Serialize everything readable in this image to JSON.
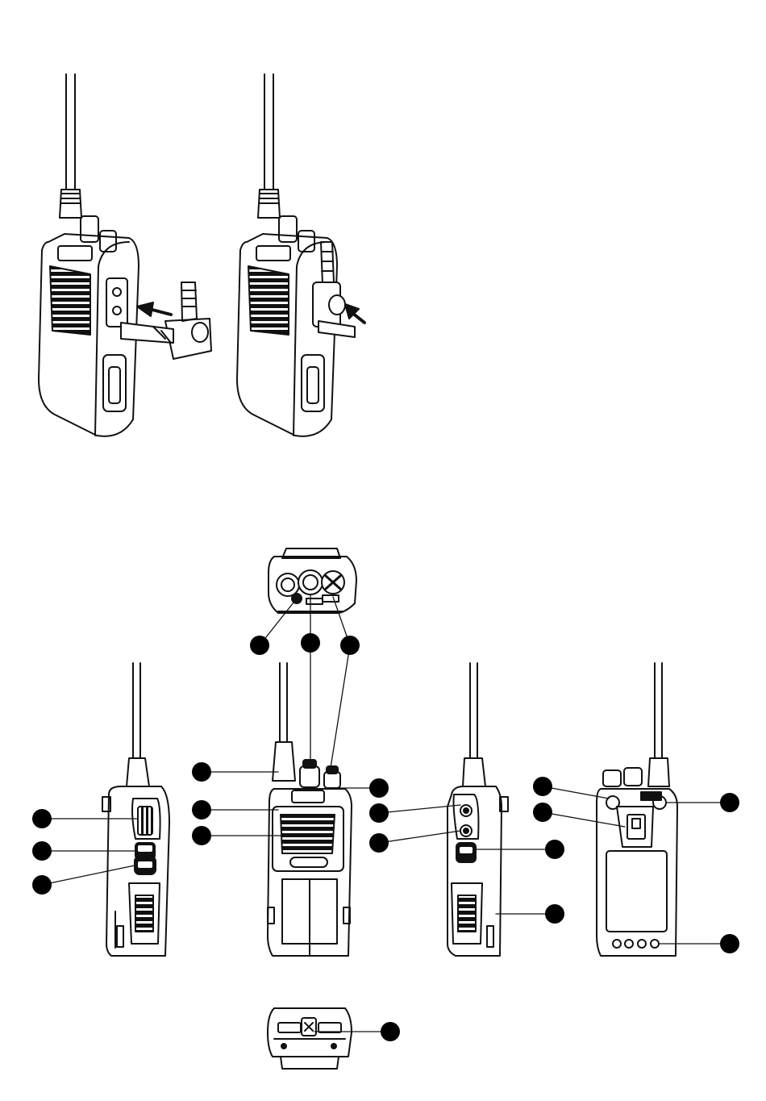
{
  "figure": {
    "callout_color": "#000000",
    "line_color": "#111111",
    "background": "#ffffff"
  },
  "panels": [
    {
      "name": "earpiece-insertion-step-1",
      "callouts": 0
    },
    {
      "name": "earpiece-insertion-step-2",
      "callouts": 0
    },
    {
      "name": "radio-top-view",
      "callouts": 3
    },
    {
      "name": "radio-left-side-view",
      "callouts": 3
    },
    {
      "name": "radio-front-view",
      "callouts": 3
    },
    {
      "name": "radio-right-side-view",
      "callouts": 4
    },
    {
      "name": "radio-rear-view",
      "callouts": 4
    },
    {
      "name": "radio-bottom-view",
      "callouts": 1
    }
  ],
  "icons": {
    "arrow": "insert-arrow-icon",
    "callout": "callout-dot"
  }
}
